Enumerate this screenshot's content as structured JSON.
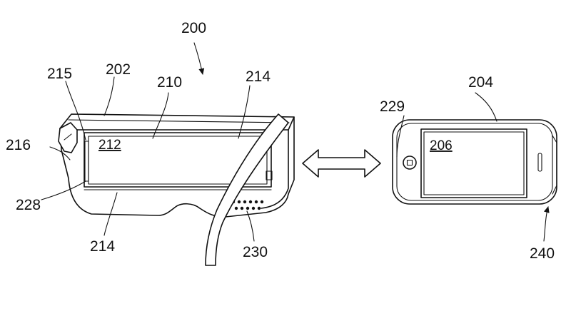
{
  "figure": {
    "labels": {
      "ref_200": "200",
      "ref_202": "202",
      "ref_204": "204",
      "ref_206": "206",
      "ref_210": "210",
      "ref_212": "212",
      "ref_214_top": "214",
      "ref_214_bottom": "214",
      "ref_215": "215",
      "ref_216": "216",
      "ref_228": "228",
      "ref_229": "229",
      "ref_230": "230",
      "ref_240": "240"
    }
  }
}
